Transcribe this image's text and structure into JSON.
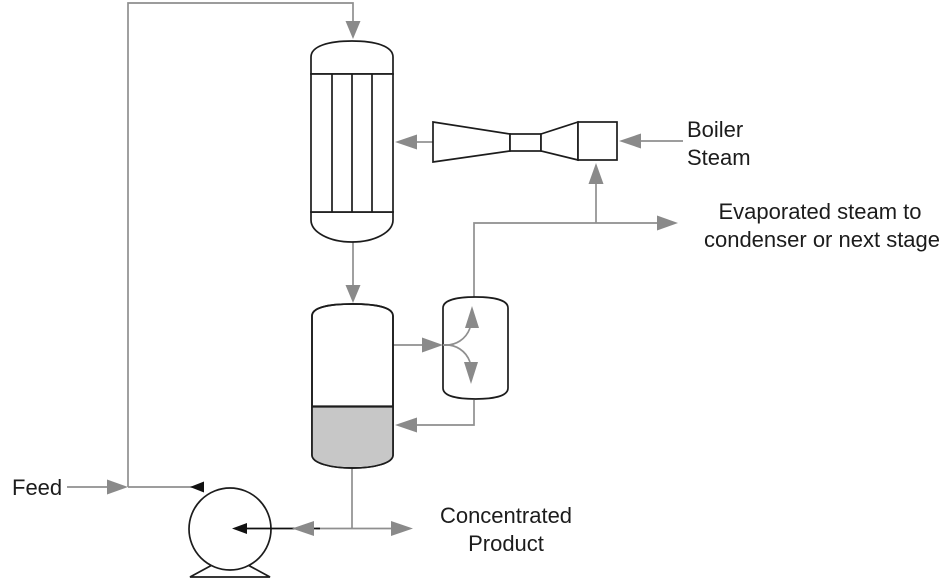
{
  "diagram": {
    "type": "process-flow-diagram",
    "components": [
      "shell-and-tube-heat-exchanger",
      "steam-jet-thermocompressor",
      "flash-vessel-with-liquid-level",
      "vapor-liquid-separator",
      "recirculation-pump"
    ]
  },
  "labels": {
    "feed": "Feed",
    "boiler_steam": {
      "line1": "Boiler",
      "line2": "Steam"
    },
    "evaporated_steam": {
      "line1": "Evaporated steam to",
      "line2": "condenser or next stage"
    },
    "concentrated_product": {
      "line1": "Concentrated",
      "line2": "Product"
    }
  },
  "colors": {
    "background": "#ffffff",
    "flow_line": "#8f8f8f",
    "arrowhead": "#8a8a8a",
    "dark_arrowhead": "#111111",
    "equipment_outline": "#1c1c1c",
    "liquid_fill": "#c7c7c7",
    "text": "#1c1c1c"
  }
}
